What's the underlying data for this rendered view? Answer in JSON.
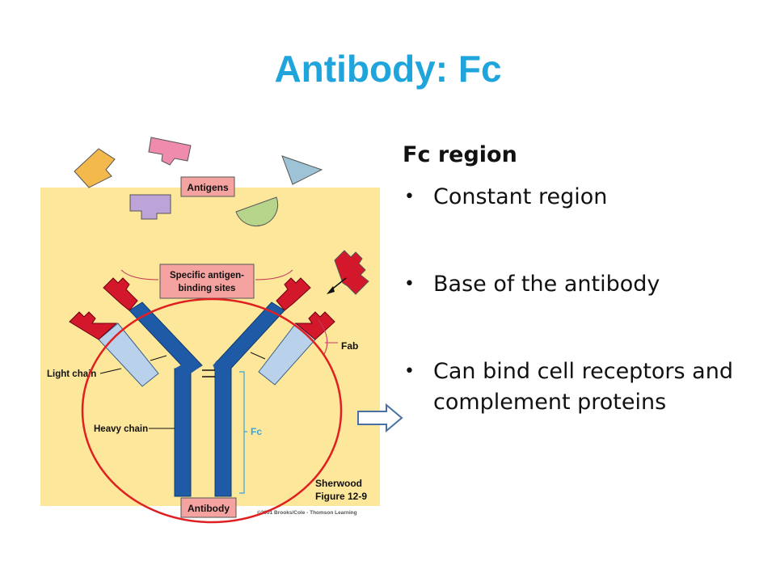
{
  "slide": {
    "title": "Antibody: Fc"
  },
  "content": {
    "heading": "Fc region",
    "bullets": [
      "Constant region",
      "Base of the antibody",
      "Can bind cell receptors and complement proteins"
    ]
  },
  "diagram": {
    "labels": {
      "antigens": "Antigens",
      "binding_sites_line1": "Specific antigen-",
      "binding_sites_line2": "binding sites",
      "fab": "Fab",
      "light_chain": "Light chain",
      "heavy_chain": "Heavy chain",
      "fc": "Fc",
      "sherwood": "Sherwood",
      "figure": "Figure 12-9",
      "antibody": "Antibody",
      "copyright": "©2001 Brooks/Cole - Thomson Learning"
    },
    "colors": {
      "background": "#fde79a",
      "heavy_chain": "#1f5aa6",
      "light_chain": "#b9d1ea",
      "binding_tip": "#d4182c",
      "label_box": "#f4a3a0",
      "highlight_circle": "#e02020",
      "arrow": "#4a6fa5",
      "title": "#1fa5dc"
    }
  }
}
